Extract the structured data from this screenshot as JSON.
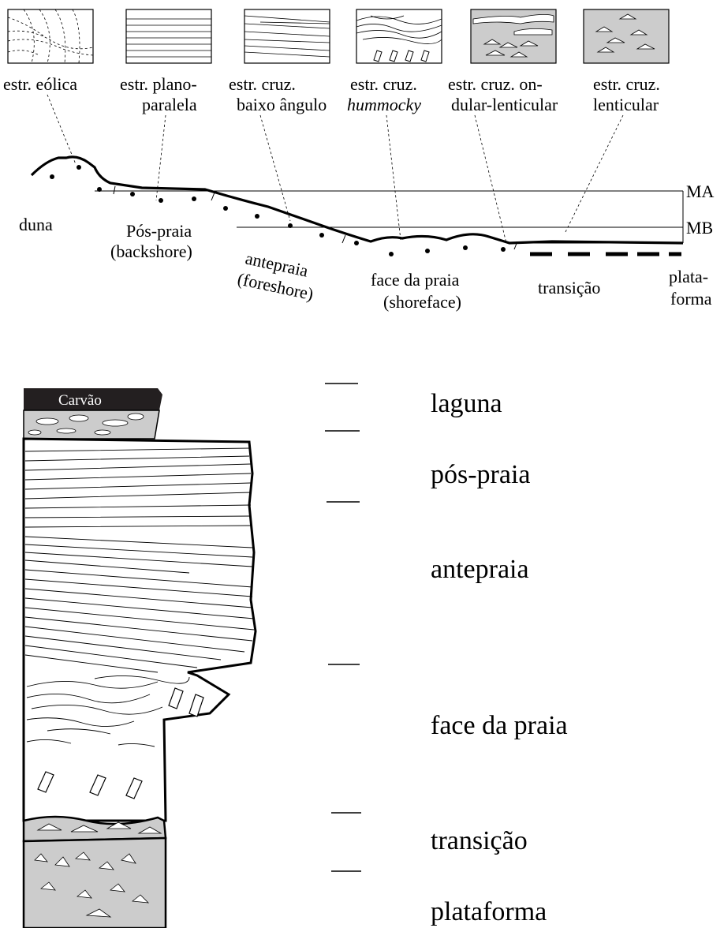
{
  "legend": {
    "items": [
      {
        "label_lines": [
          "estr. eólica",
          ""
        ],
        "italic_line": null
      },
      {
        "label_lines": [
          "estr. plano-",
          "paralela"
        ],
        "italic_line": null
      },
      {
        "label_lines": [
          "estr. cruz.",
          "baixo ângulo"
        ],
        "italic_line": null
      },
      {
        "label_lines": [
          "estr. cruz.",
          "hummocky"
        ],
        "italic_line": 1
      },
      {
        "label_lines": [
          "estr. cruz.  on-",
          "dular-lenticular"
        ],
        "italic_line": null
      },
      {
        "label_lines": [
          "estr. cruz.",
          "lenticular"
        ],
        "italic_line": null
      }
    ]
  },
  "profile": {
    "sea_levels": {
      "high": "MA",
      "low": "MB"
    },
    "zones": {
      "duna": "duna",
      "backshore_1": "Pós-praia",
      "backshore_2": "(backshore)",
      "foreshore_1": "antepraia",
      "foreshore_2": "(foreshore)",
      "shoreface_1": "face da praia",
      "shoreface_2": "(shoreface)",
      "transicao": "transição",
      "plataforma_1": "plata-",
      "plataforma_2": "forma"
    }
  },
  "column": {
    "top_layer": "Carvão",
    "facies": [
      "laguna",
      "pós-praia",
      "antepraia",
      "face da praia",
      "transição",
      "plataforma"
    ]
  },
  "colors": {
    "ink": "#000000",
    "gray_fill": "#cccccc",
    "coal": "#231f20"
  }
}
